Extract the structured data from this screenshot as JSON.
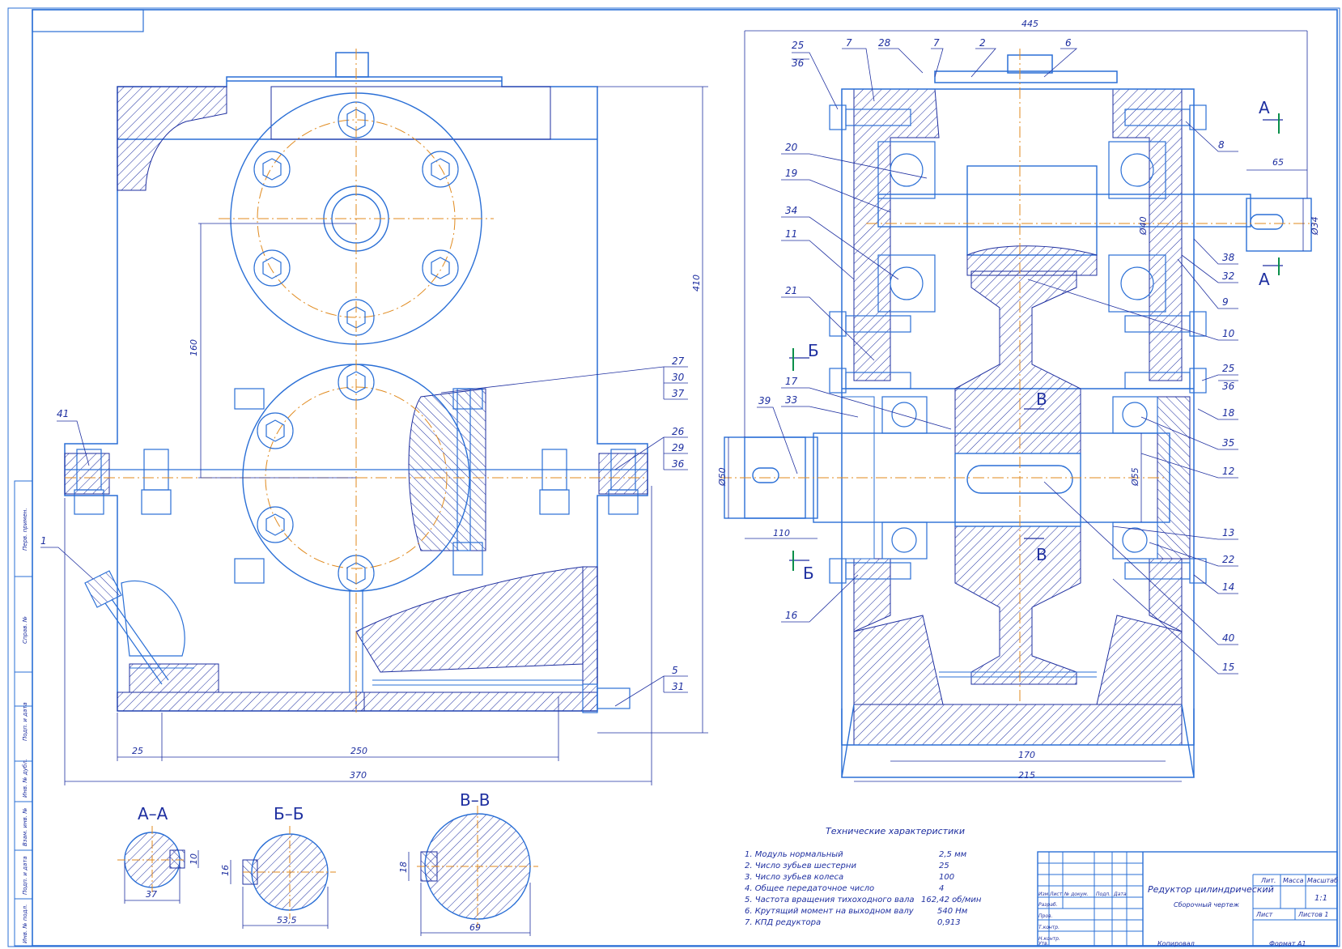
{
  "colors": {
    "line": "#1e2fa0",
    "outline": "#2a6fd6",
    "axis": "#e08a1e",
    "hatch": "#1e2fa0",
    "bg": "#ffffff"
  },
  "dims": {
    "front": {
      "d445": "445",
      "d65": "65",
      "d40": "Ø40",
      "d34": "Ø34",
      "d50": "Ø50",
      "d110": "110",
      "d55": "Ø55",
      "d170": "170",
      "d215": "215"
    },
    "side": {
      "d410": "410",
      "d160": "160",
      "d25": "25",
      "d250": "250",
      "d370": "370"
    },
    "sections": {
      "aa": "37",
      "aa_h": "10",
      "bb": "53,5",
      "bb_h": "16",
      "vv": "69",
      "vv_h": "18"
    }
  },
  "callouts": {
    "c1": "1",
    "c5": "5",
    "c31": "31",
    "c41": "41",
    "c26": "26",
    "c29": "29",
    "c36a": "36",
    "c27": "27",
    "c30": "30",
    "c37": "37",
    "c25a": "25",
    "c36b": "36",
    "c7a": "7",
    "c28": "28",
    "c7b": "7",
    "c2": "2",
    "c6": "6",
    "c20": "20",
    "c19": "19",
    "c34": "34",
    "c11": "11",
    "c21": "21",
    "c17": "17",
    "c33": "33",
    "c39": "39",
    "c16": "16",
    "c8": "8",
    "c38": "38",
    "c32": "32",
    "c9": "9",
    "c10": "10",
    "c25b": "25",
    "c36c": "36",
    "c18": "18",
    "c35": "35",
    "c12": "12",
    "c13": "13",
    "c22": "22",
    "c14": "14",
    "c40": "40",
    "c15": "15"
  },
  "section_marks": {
    "a_top": "А",
    "a_bot": "А",
    "b_top": "Б",
    "b_bot": "Б",
    "v_top": "В",
    "v_bot": "В"
  },
  "section_titles": {
    "aa": "А–А",
    "bb": "Б–Б",
    "vv": "В–В"
  },
  "tech": {
    "title": "Технические характеристики",
    "rows": [
      {
        "label": "1. Модуль нормальный",
        "value": "2,5 мм"
      },
      {
        "label": "2. Число зубьев шестерни",
        "value": "25"
      },
      {
        "label": "3. Число зубьев колеса",
        "value": "100"
      },
      {
        "label": "4. Общее передаточное число",
        "value": "4"
      },
      {
        "label": "5. Частота вращения тихоходного вала",
        "value": "162,42 об/мин"
      },
      {
        "label": "6. Крутящий момент на выходном валу",
        "value": "540 Нм"
      },
      {
        "label": "7. КПД редуктора",
        "value": "0,913"
      }
    ]
  },
  "titleblock": {
    "name": "Редуктор цилиндрический",
    "doc": "Сборочный чертеж",
    "lit": "Лит.",
    "mass": "Масса",
    "scale": "Масштаб",
    "scale_value": "1:1",
    "sheet": "Лист",
    "sheets": "Листов 1",
    "rows": {
      "izm": "Изм.",
      "list": "Лист",
      "ndoc": "№ докум.",
      "podp": "Подп.",
      "data": "Дата",
      "razrab": "Разраб.",
      "prov": "Пров.",
      "tkontr": "Т.контр.",
      "nkontr": "Н.контр.",
      "utv": "Утв."
    },
    "kopir": "Копировал",
    "format": "Формат  А1"
  },
  "side_stamps": [
    "Перв. примен.",
    "Справ. №",
    "Подп. и дата",
    "Инв. № дубл.",
    "Взам. инв. №",
    "Подп. и дата",
    "Инв. № подл."
  ]
}
